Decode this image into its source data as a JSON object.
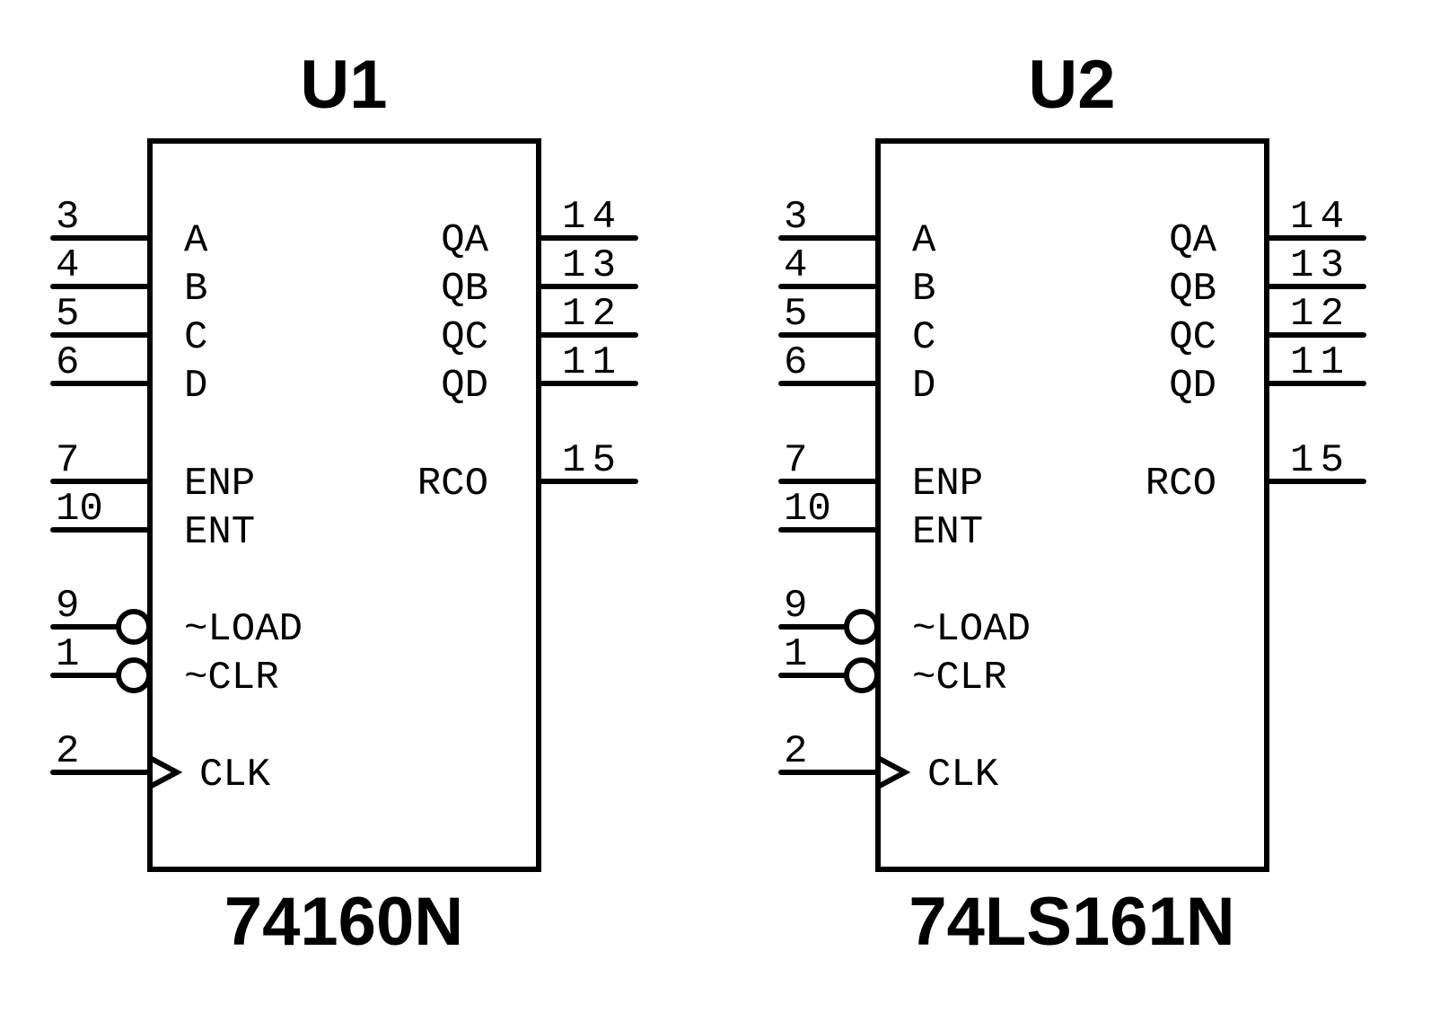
{
  "components": [
    {
      "ref": "U1",
      "part": "74160N",
      "left_pins": [
        {
          "num": "3",
          "name": "A",
          "type": "normal"
        },
        {
          "num": "4",
          "name": "B",
          "type": "normal"
        },
        {
          "num": "5",
          "name": "C",
          "type": "normal"
        },
        {
          "num": "6",
          "name": "D",
          "type": "normal"
        },
        {
          "num": "7",
          "name": "ENP",
          "type": "normal"
        },
        {
          "num": "10",
          "name": "ENT",
          "type": "normal"
        },
        {
          "num": "9",
          "name": "~LOAD",
          "type": "inverted"
        },
        {
          "num": "1",
          "name": "~CLR",
          "type": "inverted"
        },
        {
          "num": "2",
          "name": "CLK",
          "type": "clock"
        }
      ],
      "right_pins": [
        {
          "num": "14",
          "name": "QA"
        },
        {
          "num": "13",
          "name": "QB"
        },
        {
          "num": "12",
          "name": "QC"
        },
        {
          "num": "11",
          "name": "QD"
        },
        {
          "num": "15",
          "name": "RCO"
        }
      ]
    },
    {
      "ref": "U2",
      "part": "74LS161N",
      "left_pins": [
        {
          "num": "3",
          "name": "A",
          "type": "normal"
        },
        {
          "num": "4",
          "name": "B",
          "type": "normal"
        },
        {
          "num": "5",
          "name": "C",
          "type": "normal"
        },
        {
          "num": "6",
          "name": "D",
          "type": "normal"
        },
        {
          "num": "7",
          "name": "ENP",
          "type": "normal"
        },
        {
          "num": "10",
          "name": "ENT",
          "type": "normal"
        },
        {
          "num": "9",
          "name": "~LOAD",
          "type": "inverted"
        },
        {
          "num": "1",
          "name": "~CLR",
          "type": "inverted"
        },
        {
          "num": "2",
          "name": "CLK",
          "type": "clock"
        }
      ],
      "right_pins": [
        {
          "num": "14",
          "name": "QA"
        },
        {
          "num": "13",
          "name": "QB"
        },
        {
          "num": "12",
          "name": "QC"
        },
        {
          "num": "11",
          "name": "QD"
        },
        {
          "num": "15",
          "name": "RCO"
        }
      ]
    }
  ]
}
